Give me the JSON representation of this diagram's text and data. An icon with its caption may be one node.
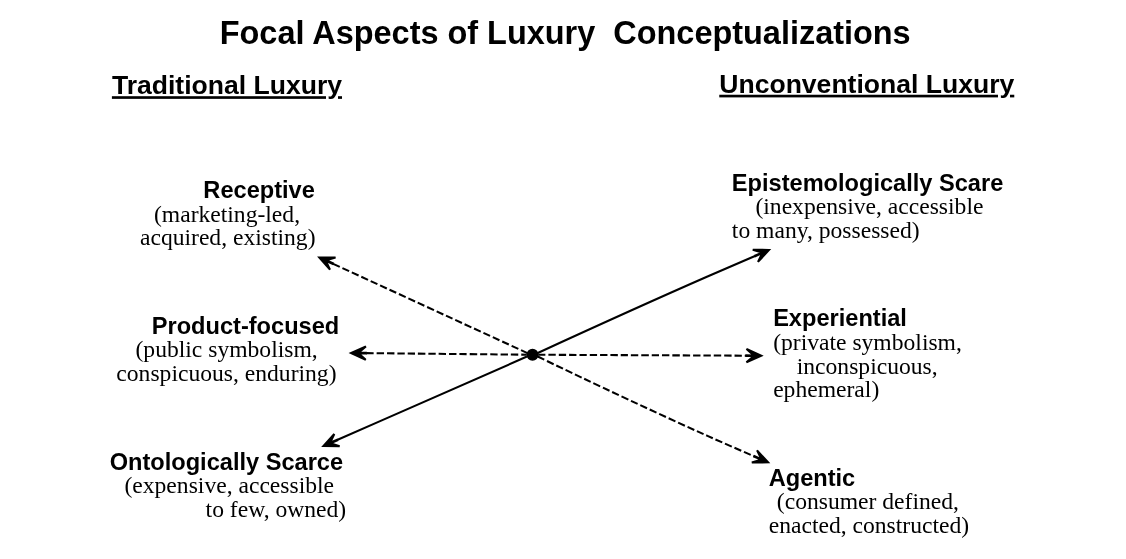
{
  "diagram": {
    "title": "Focal Aspects of Luxury  Conceptualizations",
    "nodes": [
      {
        "text": [
          "Receptive",
          "(marketing-led, acquired, existing)"
        ]
      },
      {
        "text": [
          "Epistemologically Scare",
          "(inexpensive, accessible to many, possessed)"
        ]
      },
      {
        "text": [
          "Product-focused",
          "(public symbolism, conspicuous, enduring)"
        ]
      },
      {
        "text": [],
        "shape": "circle"
      },
      {
        "text": [
          "Experiential",
          "(private symbolism, inconspicuous, ephemeral)"
        ]
      },
      {
        "text": [
          "Ontologically Scarce",
          "(expensive, accessible to few, owned)"
        ]
      },
      {
        "text": [
          "Agentic",
          "(consumer defined, enacted, constructed)"
        ]
      }
    ],
    "edges": [
      {
        "from": 3,
        "to": 0,
        "arrow": "to",
        "style": "dashed"
      },
      {
        "from": 3,
        "to": 1,
        "arrow": "to"
      },
      {
        "from": 3,
        "to": 2,
        "arrow": "to",
        "style": "dashed"
      },
      {
        "from": 3,
        "to": 4,
        "arrow": "to",
        "style": "dashed"
      },
      {
        "from": 3,
        "to": 5,
        "arrow": "to"
      },
      {
        "from": 3,
        "to": 6,
        "arrow": "to",
        "style": "dashed"
      }
    ],
    "labels": [
      "Traditional Luxury",
      "Unconventional Luxury"
    ]
  }
}
